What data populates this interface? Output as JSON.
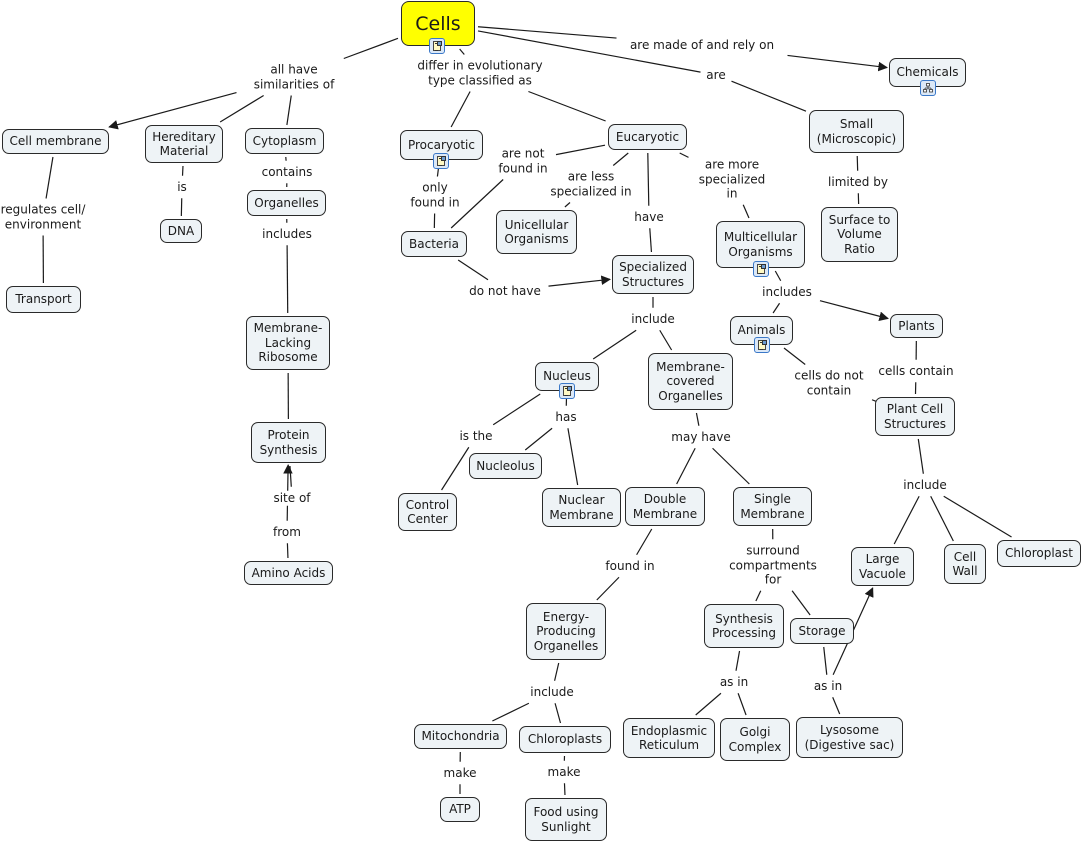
{
  "diagram": {
    "type": "concept-map",
    "colors": {
      "root_fill": "#ffff00",
      "node_fill": "#eef3f6",
      "border": "#2a2a2a",
      "line": "#1a1a1a",
      "icon_border": "#3a78c8"
    },
    "nodes": [
      {
        "id": "cells",
        "text": "Cells",
        "root": true
      },
      {
        "id": "chemicals",
        "text": "Chemicals"
      },
      {
        "id": "cell_membrane",
        "text": "Cell membrane"
      },
      {
        "id": "hereditary",
        "text": "Hereditary\nMaterial"
      },
      {
        "id": "cytoplasm",
        "text": "Cytoplasm"
      },
      {
        "id": "dna",
        "text": "DNA"
      },
      {
        "id": "organelles",
        "text": "Organelles"
      },
      {
        "id": "transport",
        "text": "Transport"
      },
      {
        "id": "ribosome",
        "text": "Membrane-\nLacking\nRibosome"
      },
      {
        "id": "protein",
        "text": "Protein\nSynthesis"
      },
      {
        "id": "amino",
        "text": "Amino Acids"
      },
      {
        "id": "procaryotic",
        "text": "Procaryotic"
      },
      {
        "id": "bacteria",
        "text": "Bacteria"
      },
      {
        "id": "eucaryotic",
        "text": "Eucaryotic"
      },
      {
        "id": "unicellular",
        "text": "Unicellular\nOrganisms"
      },
      {
        "id": "specialized",
        "text": "Specialized\nStructures"
      },
      {
        "id": "multicellular",
        "text": "Multicellular\nOrganisms"
      },
      {
        "id": "small",
        "text": "Small\n(Microscopic)"
      },
      {
        "id": "surface",
        "text": "Surface to\nVolume\nRatio"
      },
      {
        "id": "animals",
        "text": "Animals"
      },
      {
        "id": "plants",
        "text": "Plants"
      },
      {
        "id": "plant_cell",
        "text": "Plant Cell\nStructures"
      },
      {
        "id": "nucleus",
        "text": "Nucleus"
      },
      {
        "id": "membrane_covered",
        "text": "Membrane-\ncovered\nOrganelles"
      },
      {
        "id": "nucleolus",
        "text": "Nucleolus"
      },
      {
        "id": "control",
        "text": "Control\nCenter"
      },
      {
        "id": "nuclear_membrane",
        "text": "Nuclear\nMembrane"
      },
      {
        "id": "double",
        "text": "Double\nMembrane"
      },
      {
        "id": "single",
        "text": "Single\nMembrane"
      },
      {
        "id": "large_vacuole",
        "text": "Large\nVacuole"
      },
      {
        "id": "cell_wall",
        "text": "Cell\nWall"
      },
      {
        "id": "chloroplast",
        "text": "Chloroplast"
      },
      {
        "id": "energy",
        "text": "Energy-\nProducing\nOrganelles"
      },
      {
        "id": "synthesis",
        "text": "Synthesis\nProcessing"
      },
      {
        "id": "storage",
        "text": "Storage"
      },
      {
        "id": "mitochondria",
        "text": "Mitochondria"
      },
      {
        "id": "chloroplasts",
        "text": "Chloroplasts"
      },
      {
        "id": "er",
        "text": "Endoplasmic\nReticulum"
      },
      {
        "id": "golgi",
        "text": "Golgi\nComplex"
      },
      {
        "id": "lysosome",
        "text": "Lysosome\n(Digestive sac)"
      },
      {
        "id": "atp",
        "text": "ATP"
      },
      {
        "id": "food",
        "text": "Food using\nSunlight"
      }
    ],
    "linking_phrases": [
      {
        "id": "lp_similar",
        "text": "all have\nsimilarities of"
      },
      {
        "id": "lp_differ",
        "text": "differ in evolutionary\ntype classified as"
      },
      {
        "id": "lp_made",
        "text": "are made of and rely on"
      },
      {
        "id": "lp_are",
        "text": "are"
      },
      {
        "id": "lp_regulates",
        "text": "regulates cell/\nenvironment"
      },
      {
        "id": "lp_is",
        "text": "is"
      },
      {
        "id": "lp_contains",
        "text": "contains"
      },
      {
        "id": "lp_includes_org",
        "text": "includes"
      },
      {
        "id": "lp_site",
        "text": "site of"
      },
      {
        "id": "lp_from",
        "text": "from"
      },
      {
        "id": "lp_only",
        "text": "only\nfound in"
      },
      {
        "id": "lp_not_found",
        "text": "are not\nfound in"
      },
      {
        "id": "lp_less",
        "text": "are less\nspecialized in"
      },
      {
        "id": "lp_have",
        "text": "have"
      },
      {
        "id": "lp_more",
        "text": "are more\nspecialized\nin"
      },
      {
        "id": "lp_limited",
        "text": "limited by"
      },
      {
        "id": "lp_do_not_have",
        "text": "do not have"
      },
      {
        "id": "lp_include_ss",
        "text": "include"
      },
      {
        "id": "lp_includes_mc",
        "text": "includes"
      },
      {
        "id": "lp_cells_not",
        "text": "cells do not\ncontain"
      },
      {
        "id": "lp_cells_contain",
        "text": "cells contain"
      },
      {
        "id": "lp_is_the",
        "text": "is the"
      },
      {
        "id": "lp_has",
        "text": "has"
      },
      {
        "id": "lp_may_have",
        "text": "may have"
      },
      {
        "id": "lp_include_pc",
        "text": "include"
      },
      {
        "id": "lp_found_in",
        "text": "found in"
      },
      {
        "id": "lp_surround",
        "text": "surround\ncompartments\nfor"
      },
      {
        "id": "lp_include_ep",
        "text": "include"
      },
      {
        "id": "lp_as_in_1",
        "text": "as in"
      },
      {
        "id": "lp_as_in_2",
        "text": "as in"
      },
      {
        "id": "lp_make_1",
        "text": "make"
      },
      {
        "id": "lp_make_2",
        "text": "make"
      }
    ],
    "resource_icons": [
      {
        "node": "cells",
        "kind": "document-image-icon"
      },
      {
        "node": "procaryotic",
        "kind": "document-image-icon"
      },
      {
        "node": "multicellular",
        "kind": "document-image-icon"
      },
      {
        "node": "animals",
        "kind": "document-image-icon"
      },
      {
        "node": "nucleus",
        "kind": "document-image-icon"
      },
      {
        "node": "chemicals",
        "kind": "concept-map-icon"
      }
    ],
    "edges": [
      {
        "from": "cells",
        "to": "lp_similar"
      },
      {
        "from": "lp_similar",
        "to": "cell_membrane",
        "arrow": true
      },
      {
        "from": "lp_similar",
        "to": "hereditary"
      },
      {
        "from": "lp_similar",
        "to": "cytoplasm"
      },
      {
        "from": "cells",
        "to": "lp_differ"
      },
      {
        "from": "lp_differ",
        "to": "procaryotic"
      },
      {
        "from": "lp_differ",
        "to": "eucaryotic"
      },
      {
        "from": "cells",
        "to": "lp_made"
      },
      {
        "from": "lp_made",
        "to": "chemicals",
        "arrow": true
      },
      {
        "from": "cells",
        "to": "lp_are"
      },
      {
        "from": "lp_are",
        "to": "small"
      },
      {
        "from": "cell_membrane",
        "to": "lp_regulates"
      },
      {
        "from": "lp_regulates",
        "to": "transport"
      },
      {
        "from": "hereditary",
        "to": "lp_is"
      },
      {
        "from": "lp_is",
        "to": "dna"
      },
      {
        "from": "cytoplasm",
        "to": "lp_contains"
      },
      {
        "from": "lp_contains",
        "to": "organelles"
      },
      {
        "from": "organelles",
        "to": "lp_includes_org"
      },
      {
        "from": "lp_includes_org",
        "to": "ribosome"
      },
      {
        "from": "ribosome",
        "to": "protein"
      },
      {
        "from": "amino",
        "to": "lp_from"
      },
      {
        "from": "lp_from",
        "to": "protein",
        "arrow": true
      },
      {
        "from": "lp_site",
        "to": "protein"
      },
      {
        "from": "procaryotic",
        "to": "lp_only"
      },
      {
        "from": "lp_only",
        "to": "bacteria"
      },
      {
        "from": "bacteria",
        "to": "lp_not_found"
      },
      {
        "from": "lp_not_found",
        "to": "eucaryotic"
      },
      {
        "from": "eucaryotic",
        "to": "lp_less"
      },
      {
        "from": "lp_less",
        "to": "unicellular"
      },
      {
        "from": "eucaryotic",
        "to": "lp_have"
      },
      {
        "from": "lp_have",
        "to": "specialized"
      },
      {
        "from": "eucaryotic",
        "to": "lp_more"
      },
      {
        "from": "lp_more",
        "to": "multicellular"
      },
      {
        "from": "small",
        "to": "lp_limited"
      },
      {
        "from": "lp_limited",
        "to": "surface"
      },
      {
        "from": "bacteria",
        "to": "lp_do_not_have"
      },
      {
        "from": "lp_do_not_have",
        "to": "specialized",
        "arrow": true
      },
      {
        "from": "specialized",
        "to": "lp_include_ss"
      },
      {
        "from": "lp_include_ss",
        "to": "nucleus"
      },
      {
        "from": "lp_include_ss",
        "to": "membrane_covered"
      },
      {
        "from": "multicellular",
        "to": "lp_includes_mc"
      },
      {
        "from": "lp_includes_mc",
        "to": "animals"
      },
      {
        "from": "lp_includes_mc",
        "to": "plants",
        "arrow": true
      },
      {
        "from": "animals",
        "to": "lp_cells_not"
      },
      {
        "from": "lp_cells_not",
        "to": "plant_cell"
      },
      {
        "from": "plants",
        "to": "lp_cells_contain"
      },
      {
        "from": "lp_cells_contain",
        "to": "plant_cell"
      },
      {
        "from": "nucleus",
        "to": "lp_is_the"
      },
      {
        "from": "lp_is_the",
        "to": "control"
      },
      {
        "from": "nucleus",
        "to": "lp_has"
      },
      {
        "from": "lp_has",
        "to": "nucleolus"
      },
      {
        "from": "lp_has",
        "to": "nuclear_membrane"
      },
      {
        "from": "membrane_covered",
        "to": "lp_may_have"
      },
      {
        "from": "lp_may_have",
        "to": "double"
      },
      {
        "from": "lp_may_have",
        "to": "single"
      },
      {
        "from": "plant_cell",
        "to": "lp_include_pc"
      },
      {
        "from": "lp_include_pc",
        "to": "large_vacuole"
      },
      {
        "from": "lp_include_pc",
        "to": "cell_wall"
      },
      {
        "from": "lp_include_pc",
        "to": "chloroplast"
      },
      {
        "from": "double",
        "to": "lp_found_in"
      },
      {
        "from": "lp_found_in",
        "to": "energy"
      },
      {
        "from": "single",
        "to": "lp_surround"
      },
      {
        "from": "lp_surround",
        "to": "synthesis"
      },
      {
        "from": "lp_surround",
        "to": "storage"
      },
      {
        "from": "energy",
        "to": "lp_include_ep"
      },
      {
        "from": "lp_include_ep",
        "to": "mitochondria"
      },
      {
        "from": "lp_include_ep",
        "to": "chloroplasts"
      },
      {
        "from": "synthesis",
        "to": "lp_as_in_1"
      },
      {
        "from": "lp_as_in_1",
        "to": "er"
      },
      {
        "from": "lp_as_in_1",
        "to": "golgi"
      },
      {
        "from": "storage",
        "to": "lp_as_in_2"
      },
      {
        "from": "lp_as_in_2",
        "to": "lysosome"
      },
      {
        "from": "lp_as_in_2",
        "to": "large_vacuole",
        "arrow": true
      },
      {
        "from": "mitochondria",
        "to": "lp_make_1"
      },
      {
        "from": "lp_make_1",
        "to": "atp"
      },
      {
        "from": "chloroplasts",
        "to": "lp_make_2"
      },
      {
        "from": "lp_make_2",
        "to": "food"
      }
    ]
  }
}
